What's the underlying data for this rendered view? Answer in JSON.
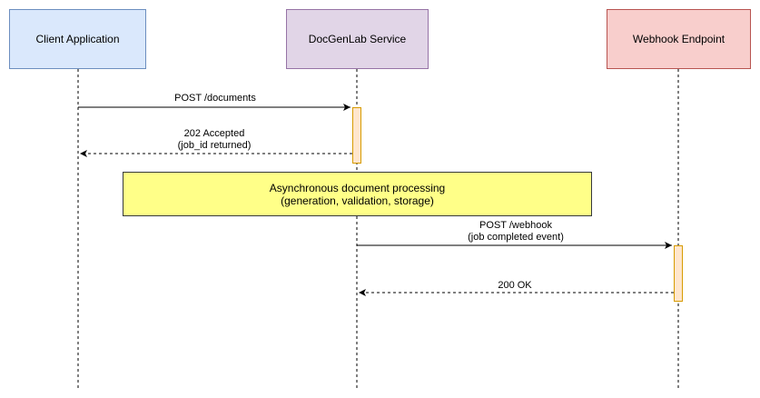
{
  "participants": {
    "client": "Client Application",
    "service": "DocGenLab Service",
    "webhook": "Webhook Endpoint"
  },
  "messages": {
    "post_documents": "POST /documents",
    "accepted_line1": "202 Accepted",
    "accepted_line2": "(job_id returned)",
    "post_webhook_line1": "POST /webhook",
    "post_webhook_line2": "(job completed event)",
    "ok": "200 OK"
  },
  "note": {
    "line1": "Asynchronous document processing",
    "line2": "(generation, validation, storage)"
  },
  "colors": {
    "client_fill": "#dae8fc",
    "client_border": "#6c8ebf",
    "service_fill": "#e1d5e7",
    "service_border": "#9673a6",
    "webhook_fill": "#f8cecc",
    "webhook_border": "#b85450",
    "activation_fill": "#ffe6cc",
    "activation_border": "#d79b00",
    "note_fill": "#ffff88"
  }
}
